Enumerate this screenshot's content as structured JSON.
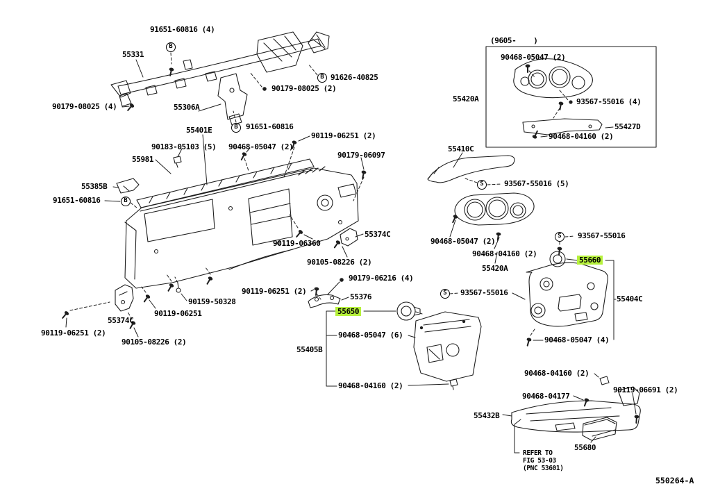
{
  "diagram": {
    "figure_code": "550264-A",
    "highlight_color": "#b6f13c",
    "highlighted_parts": [
      "55650",
      "55660"
    ],
    "marks": {
      "bolt": "B",
      "screw": "S"
    },
    "labels": {
      "t1": "91651-60816 (4)",
      "t2": "55331",
      "t3": "91626-40825",
      "t4": "90179-08025 (2)",
      "t5": "90179-08025 (4)",
      "t6": "55306A",
      "t7": "91651-60816",
      "t8": "55401E",
      "t9": "90119-06251 (2)",
      "t10": "90183-05103 (5)",
      "t11": "90468-05047 (2)",
      "t12": "55981",
      "t13": "90179-06097",
      "t14": "55385B",
      "t15": "91651-60816",
      "t16": "(9605-    )",
      "t17": "90468-05047 (2)",
      "t18": "55420A",
      "t19": "93567-55016 (4)",
      "t20": "55427D",
      "t21": "90468-04160 (2)",
      "t22": "55410C",
      "t23": "93567-55016 (5)",
      "t24": "90468-05047 (2)",
      "t25": "93567-55016",
      "t26": "90468-04160 (2)",
      "t27": "55660",
      "t28": "55420A",
      "t29": "55374C",
      "t30": "90119-06360",
      "t31": "90105-08226 (2)",
      "t32": "90179-06216 (4)",
      "t33": "90119-06251 (2)",
      "t34": "55376",
      "t35": "93567-55016",
      "t36": "55404C",
      "t37": "90159-50328",
      "t38": "55650",
      "t39": "90119-06251",
      "t40": "55374C",
      "t41": "90119-06251 (2)",
      "t42": "90105-08226 (2)",
      "t43": "90468-05047 (6)",
      "t44": "55405B",
      "t45": "90468-05047 (4)",
      "t46": "90468-04160 (2)",
      "t47": "90468-04160 (2)",
      "t48": "90468-04177",
      "t49": "90119-06691 (2)",
      "t50": "55432B",
      "t51": "55680",
      "t52": "REFER TO",
      "t53": "FIG 53-03",
      "t54": "(PNC 53601)"
    }
  }
}
